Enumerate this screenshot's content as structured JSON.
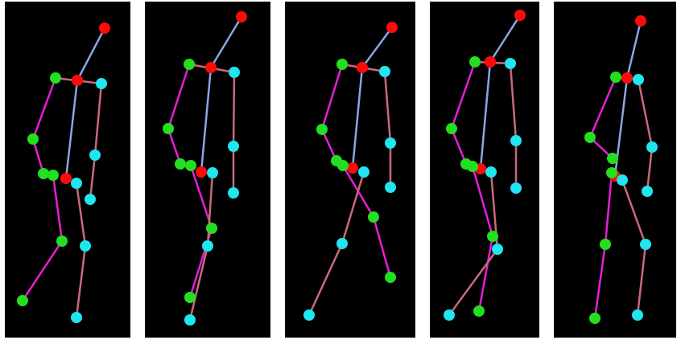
{
  "colors": {
    "background": "#ffffff",
    "panel": "#000000",
    "spine": "#8aa6e6",
    "left_limb": "#e61fd8",
    "right_limb": "#c96a7a",
    "left_joint": "#22e01f",
    "right_joint": "#1fe6ef",
    "head_joint": "#ff0a0a"
  },
  "figures": [
    {
      "pose": "walking-pose-1"
    },
    {
      "pose": "walking-pose-2"
    },
    {
      "pose": "walking-pose-3"
    },
    {
      "pose": "walking-pose-4"
    },
    {
      "pose": "walking-pose-5"
    }
  ]
}
